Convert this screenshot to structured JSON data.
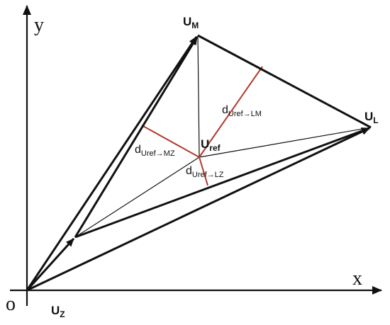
{
  "axes": {
    "x_label": "x",
    "y_label": "y",
    "origin_label": "o"
  },
  "points": {
    "um": {
      "base": "U",
      "sub": "M"
    },
    "ul": {
      "base": "U",
      "sub": "L"
    },
    "uz": {
      "base": "U",
      "sub": "Z"
    },
    "uref": {
      "base": "U",
      "sub": "ref"
    }
  },
  "distances": {
    "lm": {
      "base": "d",
      "sub": "Uref→LM"
    },
    "mz": {
      "base": "d",
      "sub": "Uref→MZ"
    },
    "lz": {
      "base": "d",
      "sub": "Uref→LZ"
    }
  },
  "colors": {
    "ink": "#111111",
    "distance": "#b03a2e"
  }
}
